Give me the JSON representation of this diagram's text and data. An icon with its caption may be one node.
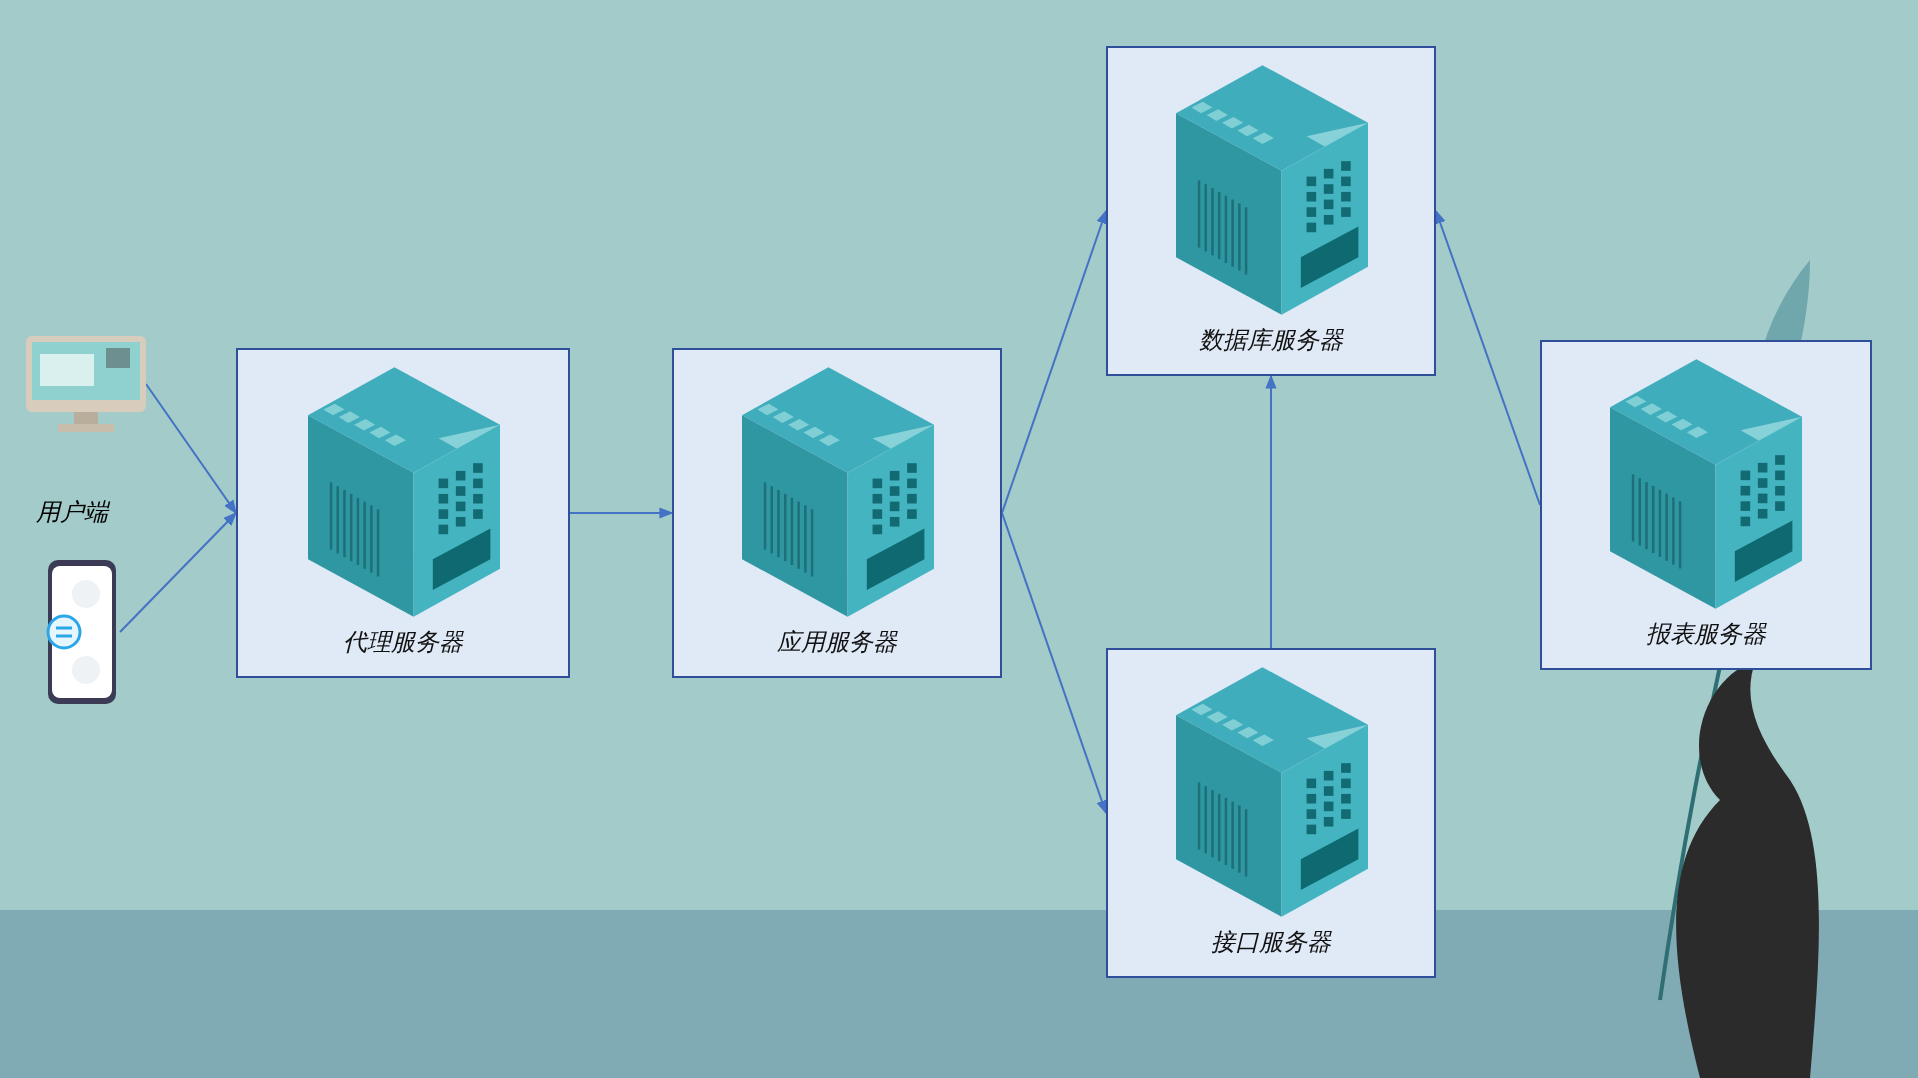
{
  "diagram": {
    "nodes": [
      {
        "text": [],
        "shape": "picture"
      },
      {
        "text": [],
        "shape": "picture"
      },
      {
        "text": [
          "代理服务器"
        ]
      },
      {
        "text": [
          "应用服务器"
        ]
      },
      {
        "text": [
          "数据库服务器"
        ]
      },
      {
        "text": [
          "接口服务器"
        ]
      },
      {
        "text": [
          "报表服务器"
        ]
      }
    ],
    "edges": [
      {
        "from": 0,
        "to": 2,
        "arrow": "to"
      },
      {
        "from": 1,
        "to": 2,
        "arrow": "to"
      },
      {
        "from": 2,
        "to": 3,
        "arrow": "to"
      },
      {
        "from": 3,
        "to": 4,
        "arrow": "to"
      },
      {
        "from": 3,
        "to": 5,
        "arrow": "to"
      },
      {
        "from": 5,
        "to": 4,
        "arrow": "to"
      },
      {
        "from": 6,
        "to": 4,
        "arrow": "to"
      }
    ],
    "labels": [
      "用户端"
    ]
  }
}
